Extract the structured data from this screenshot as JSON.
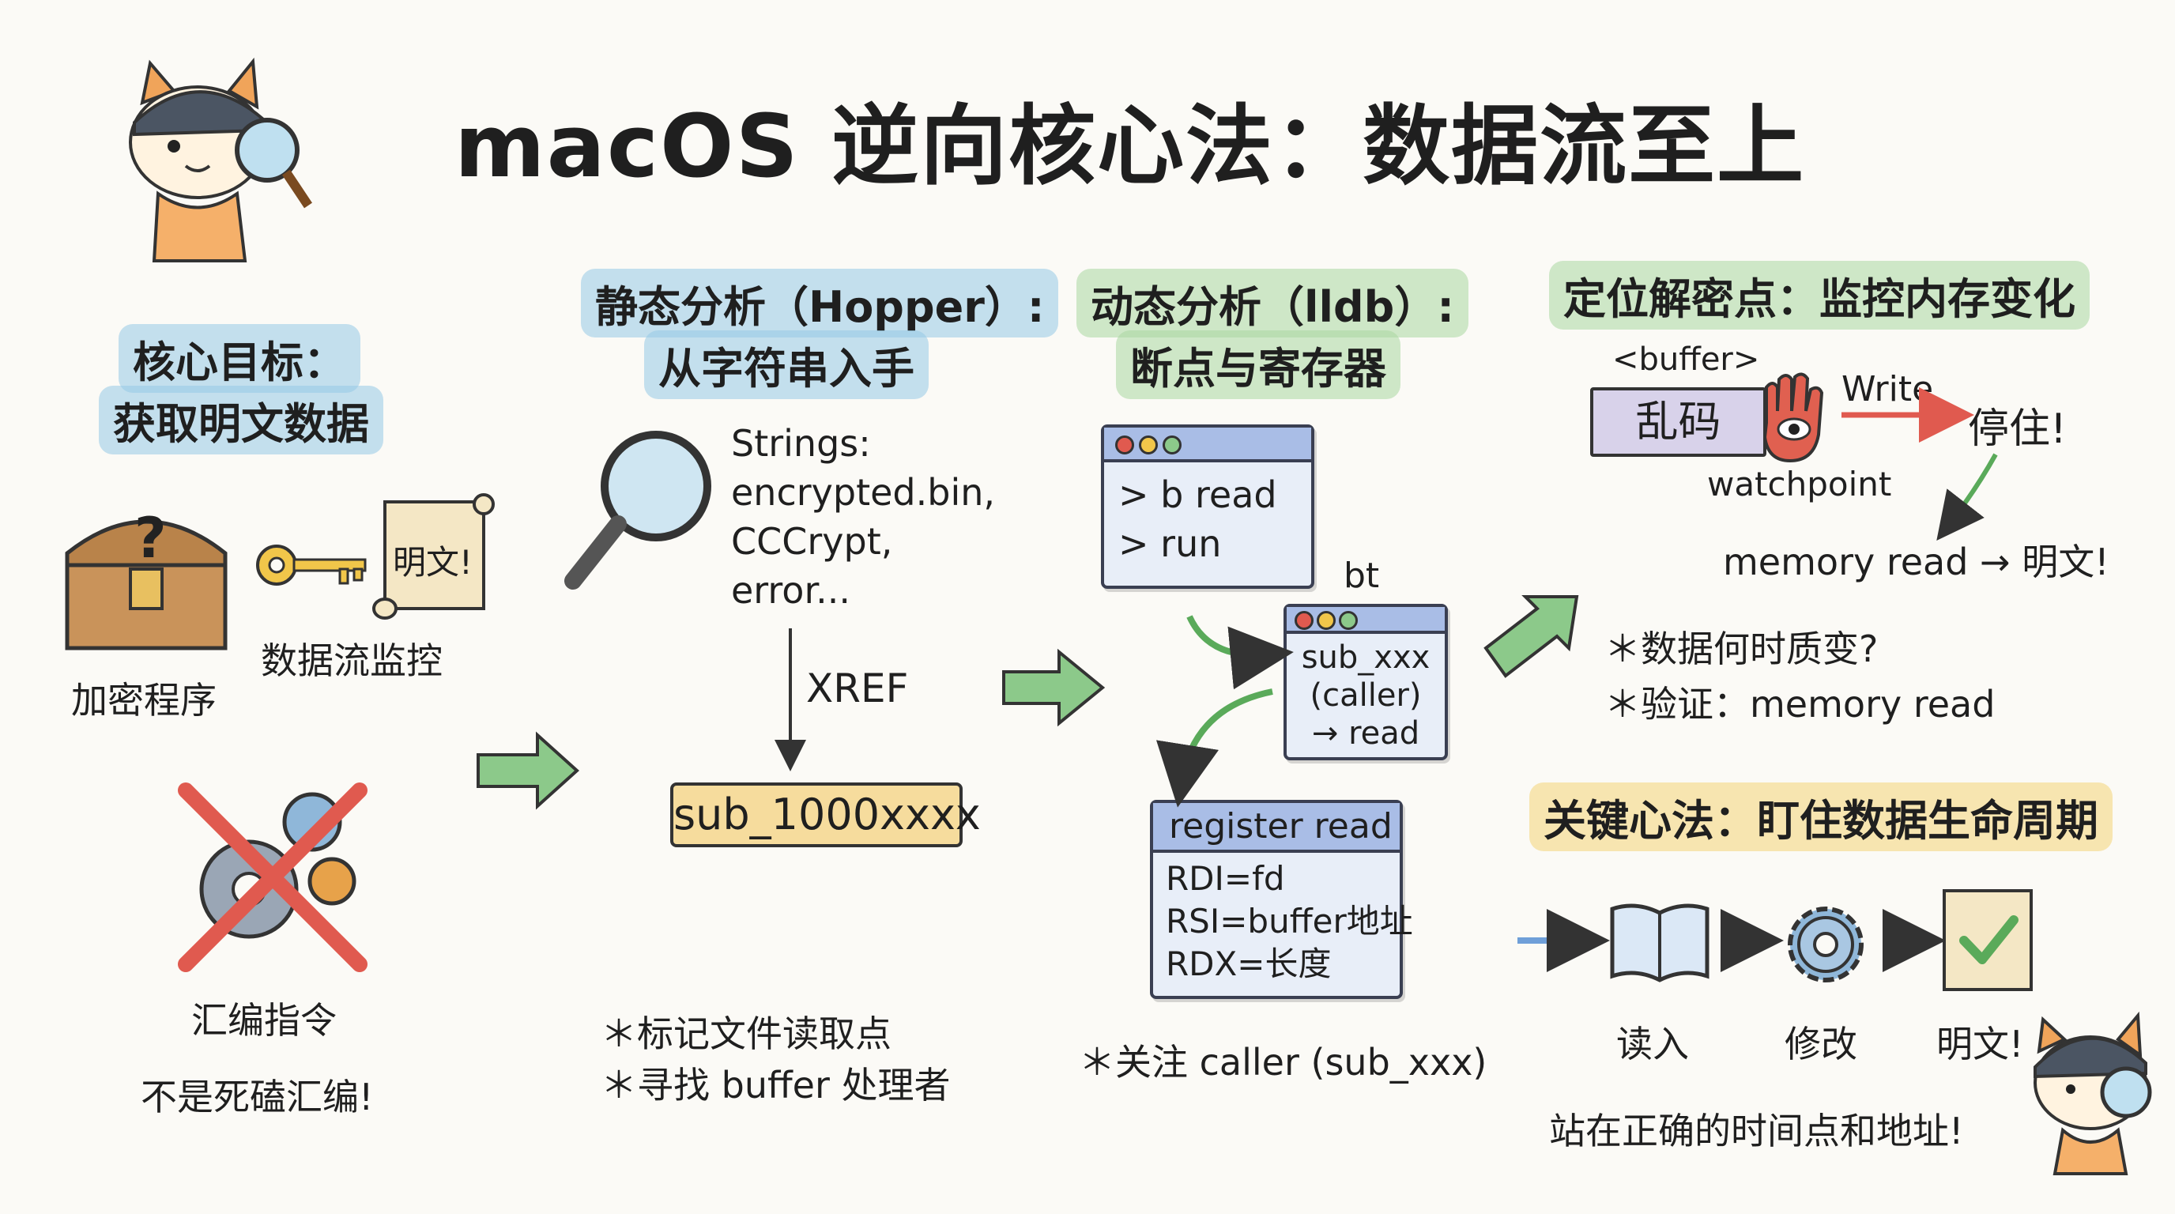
{
  "title": "macOS 逆向核心法：数据流至上",
  "left": {
    "heading_line1": "核心目标：",
    "heading_line2": "获取明文数据",
    "scroll_text": "明文!",
    "chest_label": "加密程序",
    "flow_label": "数据流监控",
    "asm_label": "汇编指令",
    "not_asm": "不是死磕汇编!"
  },
  "static": {
    "heading_line1": "静态分析（Hopper）:",
    "heading_line2": "从字符串入手",
    "strings": [
      "Strings:",
      "encrypted.bin,",
      "CCCrypt,",
      "error..."
    ],
    "xref": "XREF",
    "sub_box": "sub_1000xxxx",
    "notes": [
      "＊标记文件读取点",
      "＊寻找 buffer 处理者"
    ]
  },
  "dynamic": {
    "heading_line1": "动态分析（lldb）:",
    "heading_line2": "断点与寄存器",
    "console_lines": [
      "> b read",
      "> run"
    ],
    "bt_label": "bt",
    "caller_lines": [
      "sub_xxx",
      "(caller)",
      "→ read"
    ],
    "register_title": "register read",
    "register_lines": [
      "RDI=fd",
      "RSI=buffer地址",
      "RDX=长度"
    ],
    "note": "＊关注 caller (sub_xxx)"
  },
  "decrypt": {
    "heading": "定位解密点：监控内存变化",
    "buffer_label": "<buffer>",
    "garbled": "乱码",
    "watchpoint": "watchpoint",
    "write": "Write",
    "stop": "停住!",
    "memory_read": "memory read → 明文!",
    "notes": [
      "＊数据何时质变?",
      "＊验证：memory read"
    ]
  },
  "key": {
    "heading": "关键心法：盯住数据生命周期",
    "steps": [
      "读入",
      "修改",
      "明文!"
    ],
    "footer": "站在正确的时间点和地址!"
  },
  "colors": {
    "blue_highlight": "#96c8e6",
    "green_highlight": "#aad7a0",
    "yellow_highlight": "#f5d782",
    "arrow_green": "#8cc98a",
    "arrow_red": "#e05a4f",
    "arrow_blue": "#6f9fd8"
  }
}
